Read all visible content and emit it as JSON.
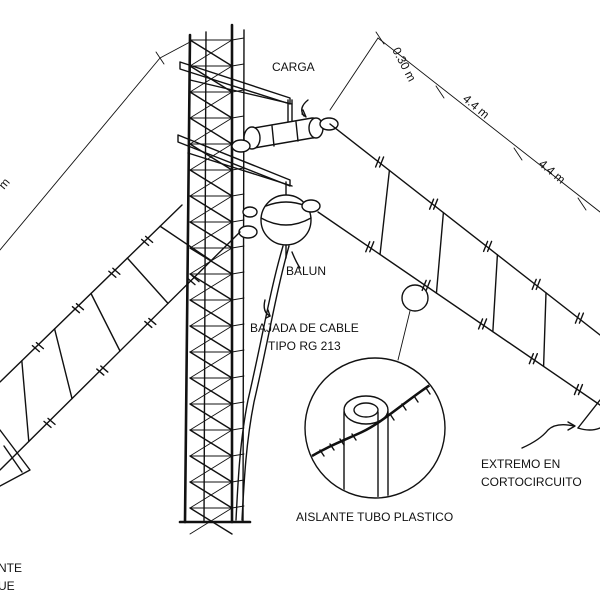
{
  "labels": {
    "carga": "CARGA",
    "balun": "BALUN",
    "bajada_line1": "BAJADA DE CABLE",
    "bajada_line2": "TIPO RG 213",
    "aislante": "AISLANTE TUBO PLASTICO",
    "extremo_line1": "EXTREMO EN",
    "extremo_line2": "CORTOCIRCUITO",
    "left_partial_line1": "NTE",
    "left_partial_line2": "UE"
  },
  "dimensions": {
    "d1": "0.30 m",
    "d2": "4.4 m",
    "d3": "4.4 m",
    "left_partial": "m"
  }
}
